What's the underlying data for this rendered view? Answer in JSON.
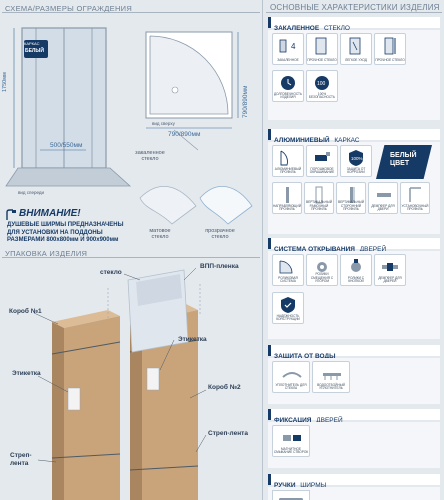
{
  "left": {
    "scheme_title": "СХЕМА/РАЗМЕРЫ ОГРАЖДЕНИЯ",
    "frame_label": "КАРКАС",
    "frame_color": "БЕЛЫЙ",
    "height_dim": "1750мм",
    "door_dim": "500/550мм",
    "front_view": "вид спереди",
    "top_view": "вид сверху",
    "depth_dim": "790/890мм",
    "width_dim": "790/890мм",
    "glass_label": "закаленное стекло",
    "glass_matte": "матовое стекло",
    "glass_clear": "прозрачное стекло",
    "warning_title": "ВНИМАНИЕ!",
    "warning_text": "ДУШЕВЫЕ ШИРМЫ ПРЕДНАЗНАЧЕНЫ ДЛЯ УСТАНОВКИ НА ПОДДОНЫ РАЗМЕРАМИ 800х800мм И 900х900мм",
    "pack_title": "УПАКОВКА ИЗДЕЛИЯ",
    "pack": {
      "glass": "стекло",
      "film": "ВПП-пленка",
      "box1": "Короб №1",
      "label1": "Этикетка",
      "label2": "Этикетка",
      "box2": "Короб №2",
      "strap1": "Стреп-лента",
      "strap2": "Стреп-лента"
    }
  },
  "right": {
    "title": "ОСНОВНЫЕ ХАРАКТЕРИСТИКИ ИЗДЕЛИЯ",
    "sections": [
      {
        "title": "ЗАКАЛЕННОЕ",
        "title_thin": " СТЕКЛО",
        "cells": [
          "ЗАКАЛЕННОЕ",
          "ПРОЧНОЕ СТЕКЛО",
          "ЛЕГКОЕ УХОД",
          "ПРОЧНОЕ СТЕКЛО",
          "ДОЛГОВЕЧНОСТЬ ИЗДЕЛИЯ",
          "100% БЕЗОПАСНОСТЬ"
        ]
      },
      {
        "title": "АЛЮМИНИЕВЫЙ",
        "title_thin": " КАРКАС",
        "color_badge": "БЕЛЫЙ ЦВЕТ",
        "cells": [
          "АЛЮМИНИЕВЫЙ ПРОФИЛЬ",
          "ПОРОШКОВОЕ ОКРАШИВАНИЕ",
          "ЗАЩИТА ОТ КОРРОЗИИ",
          "НАПРАВЛЯЮЩИЙ ПРОФИЛЬ",
          "ВЕРТИКАЛЬНЫЙ РАМОЧНЫЙ ПРОФИЛЬ",
          "ВЕРТИКАЛЬНЫЙ СТОРОННИЙ ПРОФИЛЬ",
          "ДЕМПФЕР ДЛЯ ДВЕРИ",
          "УСТАНОВОЧНЫЙ ПРОФИЛЬ"
        ]
      },
      {
        "title": "СИСТЕМА ОТКРЫВАНИЯ",
        "title_thin": " ДВЕРЕЙ",
        "cells": [
          "РОЛИКОВАЯ СИСТЕМА",
          "РОЛИКИ СМЕЩЕНИЯ С УПОРОМ",
          "РОЛИКИ С КНОПКОЙ",
          "ДЕМПФЕР ДЛЯ ДВЕРЕЙ",
          "НАДЕЖНОСТЬ КОНСТРУКЦИИ"
        ]
      },
      {
        "title": "ЗАЩИТА ОТ ВОДЫ",
        "title_thin": "",
        "cells": [
          "УПЛОТНИТЕЛЬ ДЛЯ СТЕКЛА",
          "ВОДООТБОЙНЫЙ УПЛОТНИТЕЛЬ"
        ]
      },
      {
        "title": "ФИКСАЦИЯ",
        "title_thin": " ДВЕРЕЙ",
        "cells": [
          "МАГНИТНОЕ СМЫКАНИЕ СТВОРОК"
        ]
      },
      {
        "title": "РУЧКИ",
        "title_thin": " ШИРМЫ",
        "cells": []
      }
    ]
  },
  "colors": {
    "brand": "#163a66",
    "box": "#c9a47a",
    "glass": "#dfe6ee"
  }
}
